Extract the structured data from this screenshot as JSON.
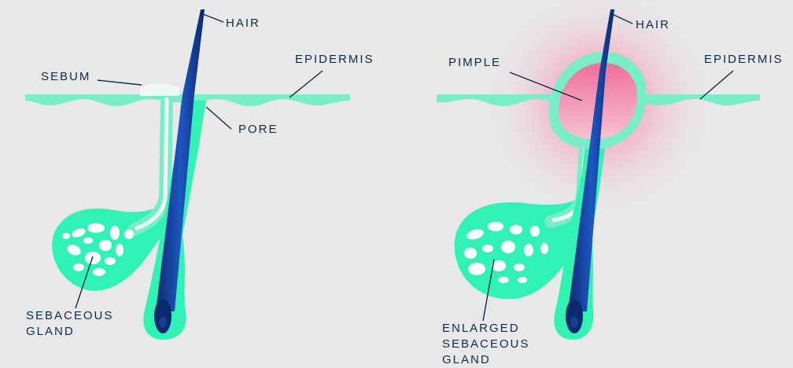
{
  "left_panel": {
    "hair_label": "HAIR",
    "epidermis_label": "EPIDERMIS",
    "sebum_label": "SEBUM",
    "pore_label": "PORE",
    "gland_label": "SEBACEOUS\nGLAND"
  },
  "right_panel": {
    "hair_label": "HAIR",
    "epidermis_label": "EPIDERMIS",
    "pimple_label": "PIMPLE",
    "gland_label": "ENLARGED\nSEBACEOUS\nGLAND"
  },
  "colors": {
    "background": "#e8e8e9",
    "skin": "#79ecc8",
    "gland": "#2ff2b4",
    "hair": "#0f3a8a",
    "pimple": "#f07fa6",
    "glow": "#f4aac4",
    "label_text": "#0f2a4a"
  }
}
